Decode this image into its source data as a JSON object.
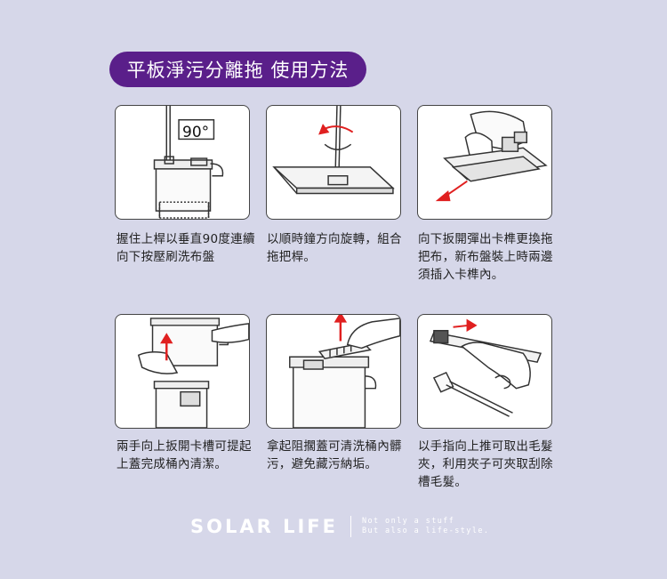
{
  "title": "平板淨污分離拖 使用方法",
  "steps": [
    {
      "caption": "握住上桿以垂直90度連續向下按壓刷洗布盤",
      "angle_label": "90°"
    },
    {
      "caption": "以順時鐘方向旋轉，組合拖把桿。"
    },
    {
      "caption": "向下扳開彈出卡榫更換拖把布，新布盤裝上時兩邊須插入卡榫內。"
    },
    {
      "caption": "兩手向上扳開卡槽可提起上蓋完成桶內清潔。"
    },
    {
      "caption": "拿起阻擱蓋可清洗桶內髒污，避免藏污納垢。"
    },
    {
      "caption": "以手指向上推可取出毛髮夾，利用夾子可夾取刮除槽毛髮。"
    }
  ],
  "brand": {
    "name": "SOLAR LIFE",
    "tagline_1": "Not only a stuff",
    "tagline_2": "But also a life-style."
  },
  "colors": {
    "banner": "#5a1f8a",
    "background": "#d6d7e9",
    "arrow": "#e02020"
  }
}
